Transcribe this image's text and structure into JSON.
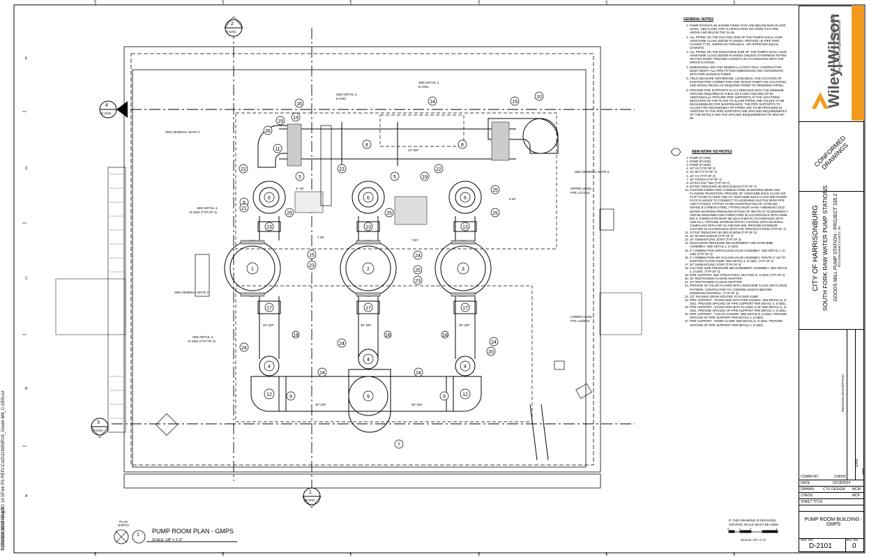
{
  "side_path": "X:\\2019\\219093 Hbrg TO 14 SFork PS REPL\\CAD\\219093R19_Goods Mill_C-GEN.rvt",
  "side_date": "7/25/2024 10:19:37 AM",
  "grid_cols": [
    "6",
    "5",
    "4",
    "3",
    "2",
    "1"
  ],
  "grid_rows": [
    "E",
    "D",
    "C",
    "B",
    "A"
  ],
  "general_notes": {
    "title": "GENERAL NOTES",
    "items": [
      "PUMP ROOM PLAN SHOWS ITEMS THAT ARE BELOW MAIN FLOOR LEVEL. SEE D-2301 FOR CLARIFICATION ON ITEMS THAT ARE ABOVE AND BELOW THE SLAB.",
      "ALL PIPING ON THE SUCTION SIDE OF THE PUMPS SHALL HAVE ANSI/ASME CLASS 150/150 FLANGES. PROVIDE US PIPE RING FLANGE TYTE, AMERICAN TORUSEAL, OR APPROVED EQUAL GASKETS.",
      "ALL PIPING ON THE DISCHARGE SIDE OF THE PUMPS SHALL HAVE ANSI/ASME CLASS 250/300 FLANGES UNLESS OTHERWISE NOTED ON THIS SHEET. PROVIDE GASKETS IN ACCORDANCE WITH THE SPECIFICATIONS.",
      "DIMENSIONS ARE FOR GENERAL LAYOUT ONLY. CONTRACTOR MUST VERIFY ALL PIPE FITTING DIMENSIONS AND COORDINATE WITH PIPE MANUFACTURER.",
      "FIELD MEASURE CENTERLINE, LEVELNESS, AND LOCATION OF EXISTING PIPE CONNECTION AND ADJUST PUMP CAN LOCATIONS AND SPOOL PIECES AS REQUIRED PRIOR TO ORDERING PIPING.",
      "PROVIDE PIPE SUPPORTS IN ACCORDANCE WITH THE MINIMUM SPACING REQUIRED IN TABLE ON D-2501 AND MSS SP-58. ADDITIONALLY, PROVIDE PIPE SUPPORTS AT THE LOCATIONS INDICATED ON THE PLANS TO ALLOW PIPING AND VALVES TO BE DISASSEMBLED FOR MAINTENANCE. THE PIPE SUPPORTS TO ALLOW FOR DISASSEMBLY OF PIPING ARE TO BE PROVIDED IN ADDITION TO THE PIPE SUPPORTS AND SPACING REQUIREMENTS OF THE DETAILS AND THE SPACING REQUIREMENTS OF MSS-SP-58."
    ]
  },
  "keynotes": {
    "title": "NEW WORK KEYNOTES",
    "items": [
      "PUMP (P-1GM)",
      "PUMP (P-2GM)",
      "PUMP (P-3GM)",
      "20\" GV (TYP OF 3)",
      "16\" BFV (TYP OF 3)",
      "16\" CV (TYP OF 3)",
      "30\" CROSS (TYP OF 1)",
      "24\"X24\"X16\" TEE (TYP OF 2)",
      "30\"X30\" REDUCING 90 DEG ELBOW (TYP OF 3)",
      "CUSTOM FABRICATED CARBON STEEL 90 DEGREE BEND AND FLANGED TRANSITION. PROVIDE 30\" ANSI/ASME B16.5 CLASS 150 FLAT FACED FLANGE AND 24\" ANSI/ASME B16.5 CLASS 300 RAISED FACE FLANGES TO CONNECT TO ADJOINING DUCTILE IRON PIPE AND FITTINGS. FITTING TO BE CONSTRUCTED OF ASTM A53 GRADE B CARBON STEEL. FITTING MUST HAVE A MINIMUM COLD WATER WORKING PRESSURE RATING OF 300 PSI AT 70 DEGREES F AND BE DESIGNED AND FABRICATED IN ACCORDANCE WITH ASME B31.3. FABRICATOR MUST BE QUALIFIED IN ACCORDANCE WITH AWS D1.1. PROVIDE INTERIOR EPOXY COATING WITH MATERIAL COMPLIANT WITH NSF 61 AND NSF 600. PROVIDE EXTERIOR COATING IN ACCORDANCE WITH THE SPECIFICATIONS (TYP OF 1)",
      "24\"X16\" REDUCING 90 DEG ELBOW (TYP OF 3)",
      "16\" 90 DEG ELBOW (TYP OF 3)",
      "16\" DISMANTLING JOINT (TYP OF 3)",
      "DISCHARGE PRESSURE MEASUREMENT AND HOSE BIBB ASSEMBLY. SEE DETAIL 1, D-2301.",
      "2\" COMBINATION AIR/VACUUM VALVE ASSEMBLY. SEE DETAIL 4, D-2301 (TYP OF 3)",
      "4\" COMBINATION AIR VACUUM VALVE ASSEMBLY. ROUTE 4\" AR TO EXISTING FLOOR SUMP. SEE DETAIL 3, D-2301. (TYP OF 1)",
      "20\" DISMANTLING JOINT (TYP OF 3)",
      "SUCTION SIDE PRESSURE MEASUREMENT ASSEMBLY. SEE DETAIL 2, D-2301. (TYP OF 3)",
      "PIPE SUPPORT. SEE STRUCTURAL SECTION G, S-2301 (TYP OF 2)",
      "20\" RESTRAINED FLANGE ADAPTER",
      "24\" RESTRAINED FLANGE ADAPTER",
      "PROVIDE 16\" FILLER FLANGE WITH ANSI/ASME CLASS 250 FLANGE PATTERN. CONTRACTOR TO CONFIRM LENGTH BEFORE ORDERING MATERIAL. (TYP OF 3)",
      "1/2\" PACKING DRAIN ROUTED TO FLOOR SUMP.",
      "PIPE SUPPORT - STANCHION WITH PIPE SADDLE. SEE DETAIL B, D-2501. PROVIDE SPACING OF PIPE SUPPORT PER DETAIL A, D-2501.",
      "PIPE SUPPORT - STANCHION WITH FLANGE CLIP. SEE DETAIL G, D-2501. PROVIDE SPACING OF PIPE SUPPORT PER DETAIL A, D-2501.",
      "PIPE SUPPORT - CLEVIS HANGER. SEE DETAIL E, D-2501. PROVIDE SPACING OF PIPE SUPPORT PER DETAIL A, D-2501.",
      "PIPE SUPPORT - RISER CLAMP. SEE DETAIL E, D-2501. PROVIDE SPACING OF PIPE SUPPORT PER DETAIL A, D-2501."
    ]
  },
  "title_block": {
    "firm": "Wiley|Wilson",
    "firm_tag": "Constant Progress.",
    "firm_address": "127 Nationwide Drive Lynchburg, VA 24502",
    "firm_phone": "434.947.1901 | info@wileywilson.com",
    "stamp": "CONFORMED DRAWINGS",
    "client": "CITY OF HARRISONBURG",
    "project": "SOUTH FORK RAW WATER PUMP STATIONS",
    "project_sub": "GOODS MILL PUMP STATION - PROJECT 335.2",
    "county": "ROCKINGHAM COUNTY, VA",
    "revision_label": "REVISION DESCRIPTION",
    "date_col": "DATE",
    "brk_col": "BRK",
    "comm_no_label": "COMM NO:",
    "comm_no": "219093",
    "date_label": "DATE:",
    "date": "03/18/2024",
    "drawn_label": "DRAWN:",
    "drawn": "CTS",
    "design_label": "DESIGN:",
    "design": "MCM",
    "check_label": "CHECK:",
    "check": "MCP",
    "sheet_title_label": "SHEET TITLE",
    "sheet_title": "PUMP ROOM BUILDING - GMPS",
    "sht_no_label": "SHT. NO.",
    "sht_no": "D-2101",
    "rev_no_label": "REV. NO.",
    "rev_no": "0"
  },
  "plan": {
    "title": "PUMP ROOM PLAN - GMPS",
    "scale": "SCALE: 1/8\" = 1'-0\"",
    "number": "1",
    "north_label": "PLAN NORTH",
    "scale_note_1": "IF THIS DRAWING IS REDUCED,",
    "scale_note_2": "GRAPHIC SCALE MUST BE USED",
    "scale_marks": [
      "0'",
      "1'",
      "2'",
      "4'"
    ],
    "scale_footer": "SCALE: 1/2\"=1'-0\"",
    "upper_level": "UPPER LEVEL",
    "upper_ffe": "FFE=1272.10",
    "lower_level": "LOWER LEVEL",
    "lower_ffe": "FFE=1258.10"
  },
  "section_markers": [
    {
      "num": "2",
      "sheet": "D-2201"
    },
    {
      "num": "4",
      "sheet": "D-2101"
    },
    {
      "num": "3",
      "sheet": "D-2101"
    },
    {
      "num": "1",
      "sheet": "D-2201"
    }
  ],
  "callouts": {
    "see_detail_3": "SEE DETAIL 3,",
    "see_detail_3b": "D-2301",
    "see_detail_1": "SEE DETAIL 1,",
    "see_detail_1b": "D-2301",
    "see_gen_note_3": "SEE GENERAL NOTE 3",
    "see_gen_note_5": "SEE GENERAL NOTE 5",
    "see_detail_4": "SEE DETAIL 4,",
    "see_detail_4b": "D-2501 (TYP OF 3)",
    "see_gen_note_2": "SEE GENERAL NOTE 2",
    "see_detail_2": "SEE DETAIL 2,",
    "see_detail_2b": "D-2301 (TYP OF 3)",
    "dia_24": "24\" DIP",
    "dia_20": "20\" DIP",
    "dia_30": "30\" DIP",
    "dim_749": "7.49'",
    "dim_750": "7.50'",
    "dim_940": "9.40'",
    "dim_4": "4\" AR"
  }
}
